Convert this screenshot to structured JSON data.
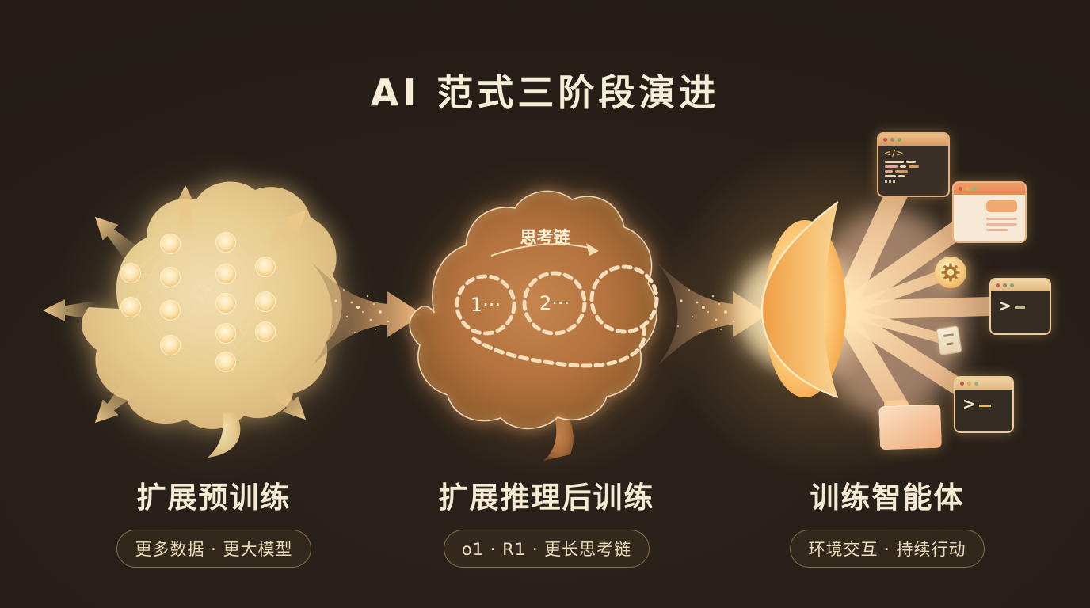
{
  "title": "AI 范式三阶段演进",
  "stages": [
    {
      "heading": "扩展预训练",
      "badge": "更多数据 · 更大模型",
      "illustration": "glowing-brain-with-neural-network-and-outward-arrows"
    },
    {
      "heading": "扩展推理后训练",
      "badge": "o1 · R1 · 更长思考链",
      "annotation": "思考链",
      "chains": [
        "1···",
        "2···"
      ],
      "illustration": "brain-with-chain-of-thought-loops"
    },
    {
      "heading": "训练智能体",
      "badge": "环境交互 · 持续行动",
      "illustration": "glowing-horn-emitting-streams-to-tools",
      "windows": {
        "code_glyph": "</>",
        "terminal_chevron": ">",
        "terminal_underscore": "_"
      },
      "icon_names": [
        "code-window-icon",
        "browser-window-icon",
        "gear-icon",
        "terminal-window-icon",
        "document-icon",
        "terminal-window-icon",
        "folder-icon"
      ]
    }
  ],
  "colors": {
    "background": "#27201a",
    "cream_text": "#f5ebd3",
    "gold": "#eac387",
    "orange_arrow": "#f2bb80",
    "copper_brain": "#b9784a",
    "horn_gold": "#f6ae55",
    "badge_border": "#9a8258"
  }
}
